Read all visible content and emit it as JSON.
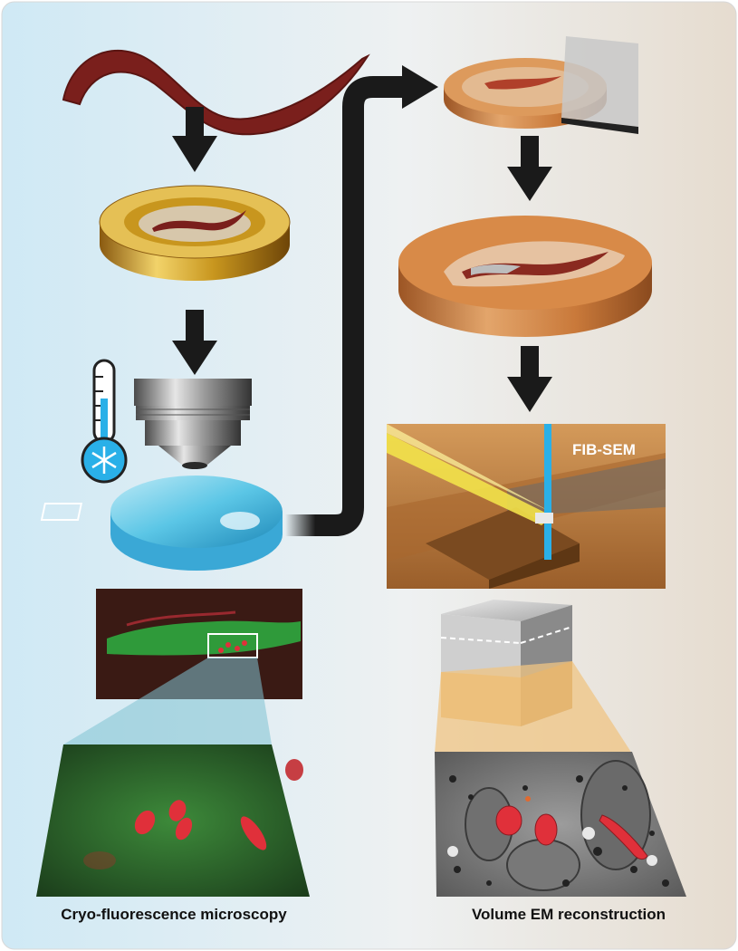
{
  "labels": {
    "fib_sem": "FIB-SEM",
    "left_caption": "Cryo-fluorescence microscopy",
    "right_caption": "Volume EM reconstruction"
  },
  "colors": {
    "bg_left": "#cfe8f3",
    "bg_right": "#e8e0d6",
    "worm": "#7a1f1c",
    "gold": "#c8961e",
    "copper": "#c9793a",
    "ice": "#5bc6e6",
    "arrow": "#1a1a1a",
    "fib_bg": "#b9783a",
    "ion_beam": "#2ab0e8",
    "electron_beam": "#f2e24a",
    "mito_red": "#e0303a"
  },
  "icons": [
    "thermometer-icon",
    "snowflake-icon"
  ]
}
